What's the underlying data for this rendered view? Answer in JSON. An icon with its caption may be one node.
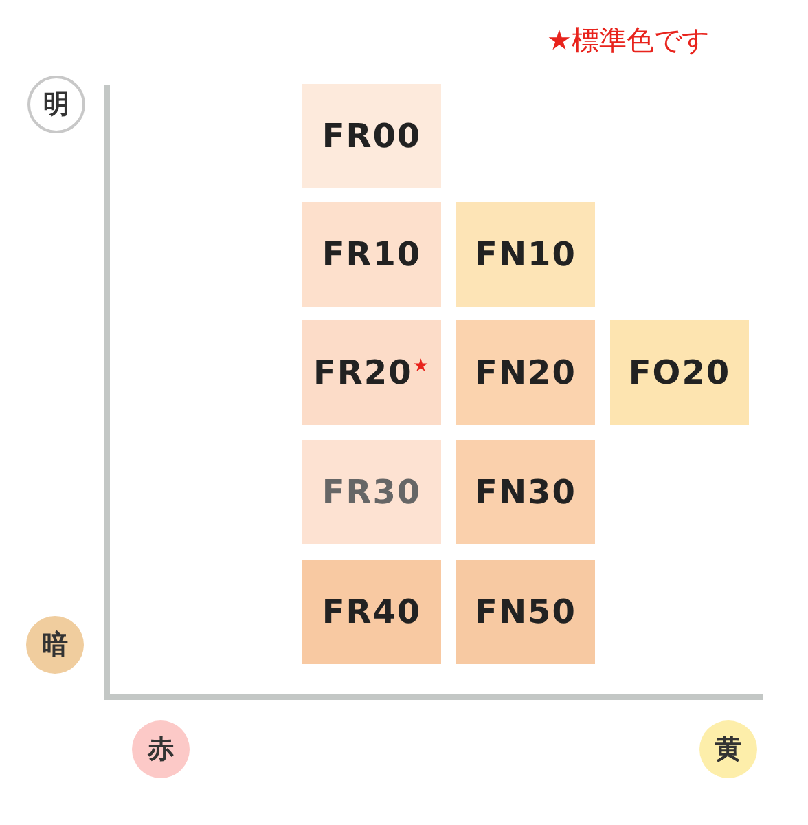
{
  "diagram": {
    "nodes": [
      {
        "text": [
          "明"
        ]
      },
      {
        "text": [
          "暗"
        ]
      },
      {
        "text": [
          "赤"
        ]
      },
      {
        "text": [
          "黄"
        ]
      },
      {
        "text": [
          "FR00"
        ]
      },
      {
        "text": [
          "FR10"
        ]
      },
      {
        "text": [
          "FN10"
        ]
      },
      {
        "text": [
          "FR20$^{★}$"
        ]
      },
      {
        "text": [
          "FN20"
        ]
      },
      {
        "text": [
          "FO20"
        ]
      },
      {
        "text": [
          "FR30"
        ]
      },
      {
        "text": [
          "FN30"
        ]
      },
      {
        "text": [
          "FR40"
        ]
      },
      {
        "text": [
          "FN50"
        ]
      }
    ],
    "labels": [
      "★標準色です"
    ]
  }
}
